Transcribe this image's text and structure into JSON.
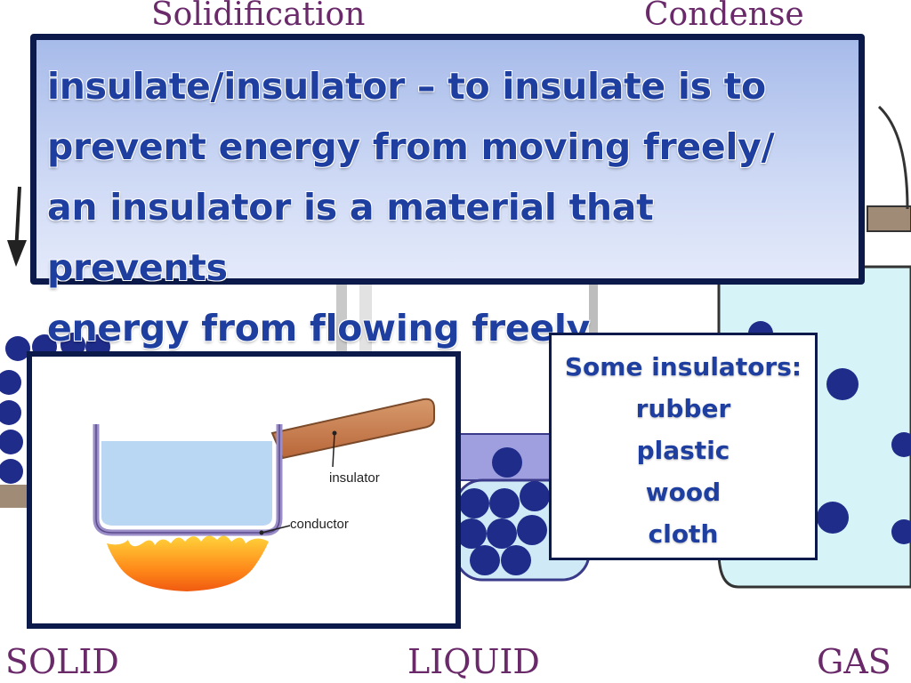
{
  "background": {
    "top_labels": [
      "Solidification",
      "Condense"
    ],
    "bottom_labels": [
      "SOLID",
      "LIQUID",
      "GAS"
    ],
    "label_color": "#6a2a6a",
    "particle_color": "#1f2c8a",
    "liquid_color": "#cfeaf6",
    "gas_color": "#d6f4f7"
  },
  "definition": {
    "lines": [
      "insulate/insulator – to insulate is to",
      "prevent energy from moving freely/",
      "an insulator is a material that prevents",
      "energy from flowing freely"
    ]
  },
  "diagram": {
    "insulator_label": "insulator",
    "conductor_label": "conductor"
  },
  "insulators": {
    "heading": "Some insulators:",
    "items": [
      "rubber",
      "plastic",
      "wood",
      "cloth"
    ]
  },
  "colors": {
    "text_blue": "#1f3fa0",
    "border_navy": "#0b1a4a"
  }
}
